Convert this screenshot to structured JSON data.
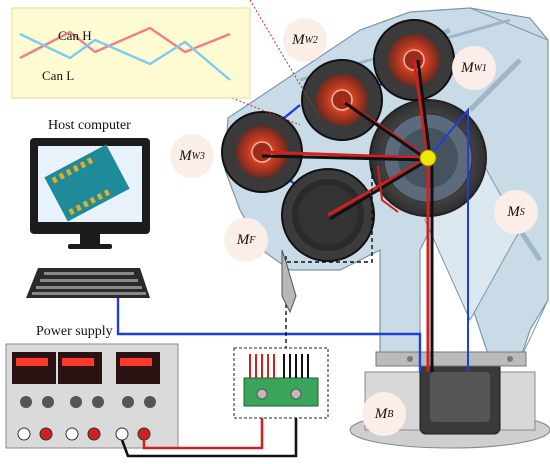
{
  "signals": {
    "high": "Can H",
    "low": "Can L"
  },
  "captions": {
    "host": "Host computer",
    "power": "Power supply"
  },
  "motors": [
    {
      "id": "w2",
      "base": "M",
      "sub": "W2"
    },
    {
      "id": "w1",
      "base": "M",
      "sub": "W1"
    },
    {
      "id": "w3",
      "base": "M",
      "sub": "W3"
    },
    {
      "id": "s",
      "base": "M",
      "sub": "S"
    },
    {
      "id": "f",
      "base": "M",
      "sub": "F"
    },
    {
      "id": "b",
      "base": "M",
      "sub": "B"
    }
  ],
  "colors": {
    "can_h": "#f08080",
    "can_l": "#7ecbf0",
    "inset_bg": "#fefbd2",
    "frame": "#c9dbe6",
    "power_red": "#d21f1f",
    "comm_blue": "#1f3fd6",
    "label_bubble": "#fbeee9"
  }
}
